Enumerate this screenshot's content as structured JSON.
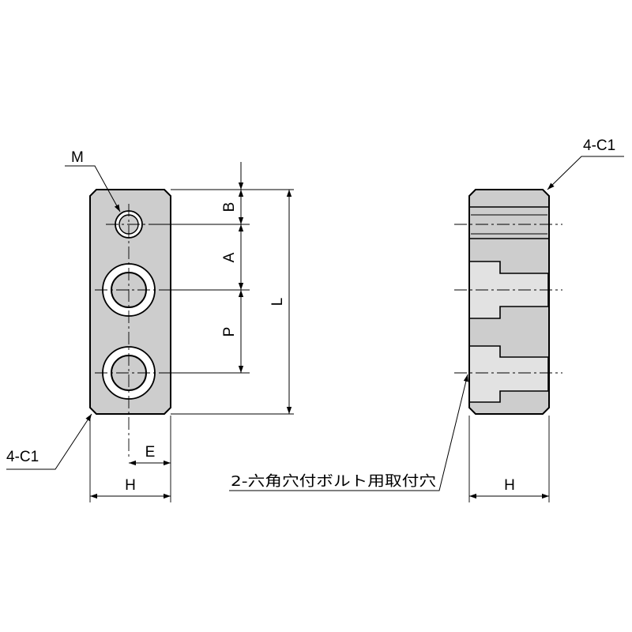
{
  "labels": {
    "m": "M",
    "b": "B",
    "a": "A",
    "p": "P",
    "l": "L",
    "e": "E",
    "h_left": "H",
    "h_right": "H",
    "chamfer_left": "4-C1",
    "chamfer_right": "4-C1",
    "bolt_hole_note": "2-六角穴付ボルト用取付穴"
  },
  "colors": {
    "body_fill": "#cdcdcd",
    "body_fill_light": "#e2e2e2",
    "line": "#000000",
    "background": "#ffffff"
  }
}
